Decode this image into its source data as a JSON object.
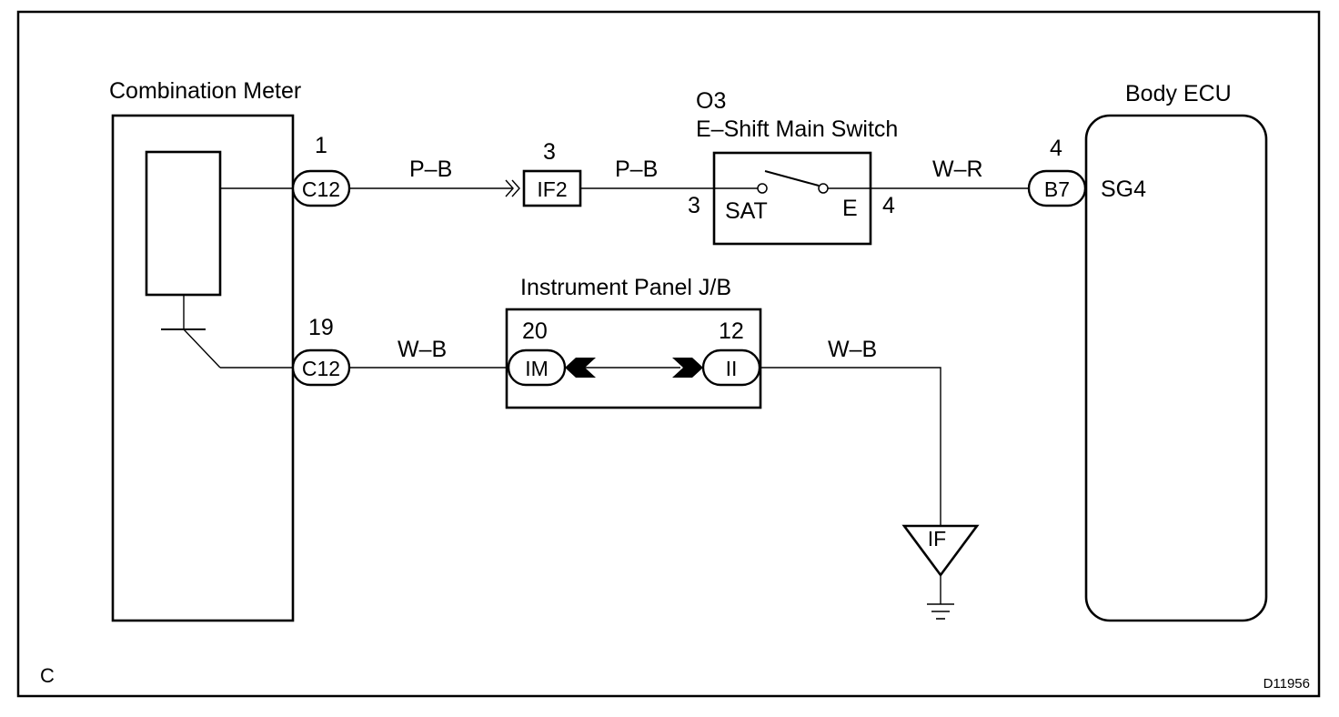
{
  "components": {
    "combination_meter": "Combination Meter",
    "body_ecu": "Body ECU",
    "switch_code": "O3",
    "switch_name": "E–Shift Main Switch",
    "junction_block": "Instrument Panel J/B"
  },
  "connectors": {
    "c12_top": {
      "code": "C12",
      "pin": "1"
    },
    "if2": {
      "code": "IF2",
      "pin": "3"
    },
    "b7": {
      "code": "B7",
      "pin": "4"
    },
    "c12_bottom": {
      "code": "C12",
      "pin": "19"
    },
    "im": {
      "code": "IM",
      "pin": "20"
    },
    "ii": {
      "code": "II",
      "pin": "12"
    },
    "ground": {
      "code": "IF"
    }
  },
  "switch_terminals": {
    "sat_label": "SAT",
    "sat_pin": "3",
    "e_label": "E",
    "e_pin": "4"
  },
  "ecu_terminal": "SG4",
  "wires": {
    "meter_to_if2": "P–B",
    "if2_to_switch": "P–B",
    "switch_to_ecu": "W–R",
    "meter_to_jb": "W–B",
    "jb_to_ground": "W–B"
  },
  "footer": {
    "section_letter": "C",
    "diagram_id": "D11956"
  }
}
